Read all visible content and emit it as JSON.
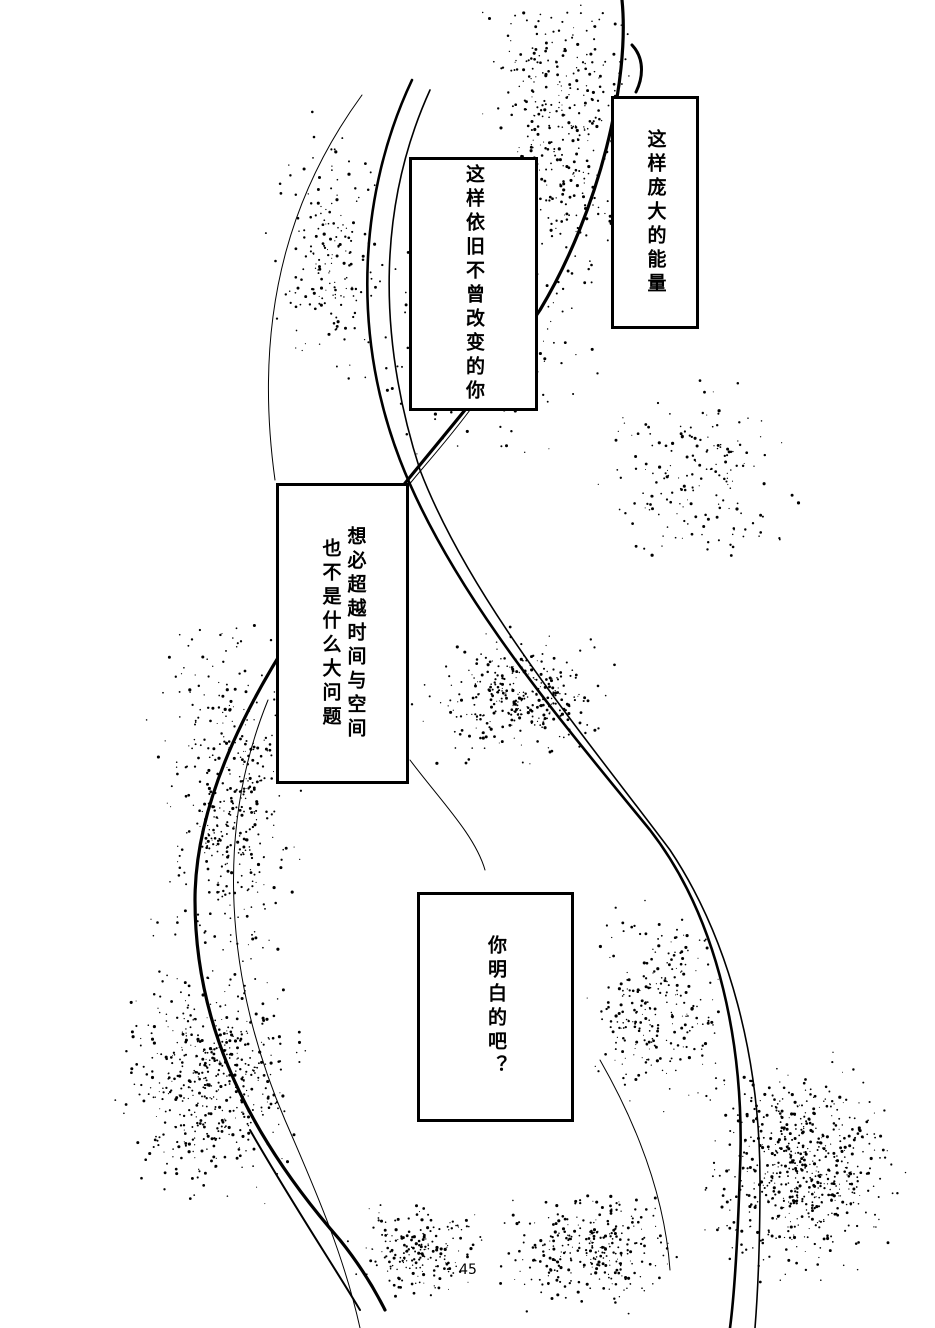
{
  "captions": [
    {
      "lines": [
        "这样庞大的能量"
      ]
    },
    {
      "lines": [
        "这样依旧不曾改变的你"
      ]
    },
    {
      "lines": [
        "想必超越时间与空间",
        "也不是什么大问题"
      ]
    },
    {
      "lines": [
        "你明白的吧？"
      ]
    }
  ],
  "page_number": "45",
  "colors": {
    "ink": "#000000",
    "paper": "#ffffff"
  }
}
